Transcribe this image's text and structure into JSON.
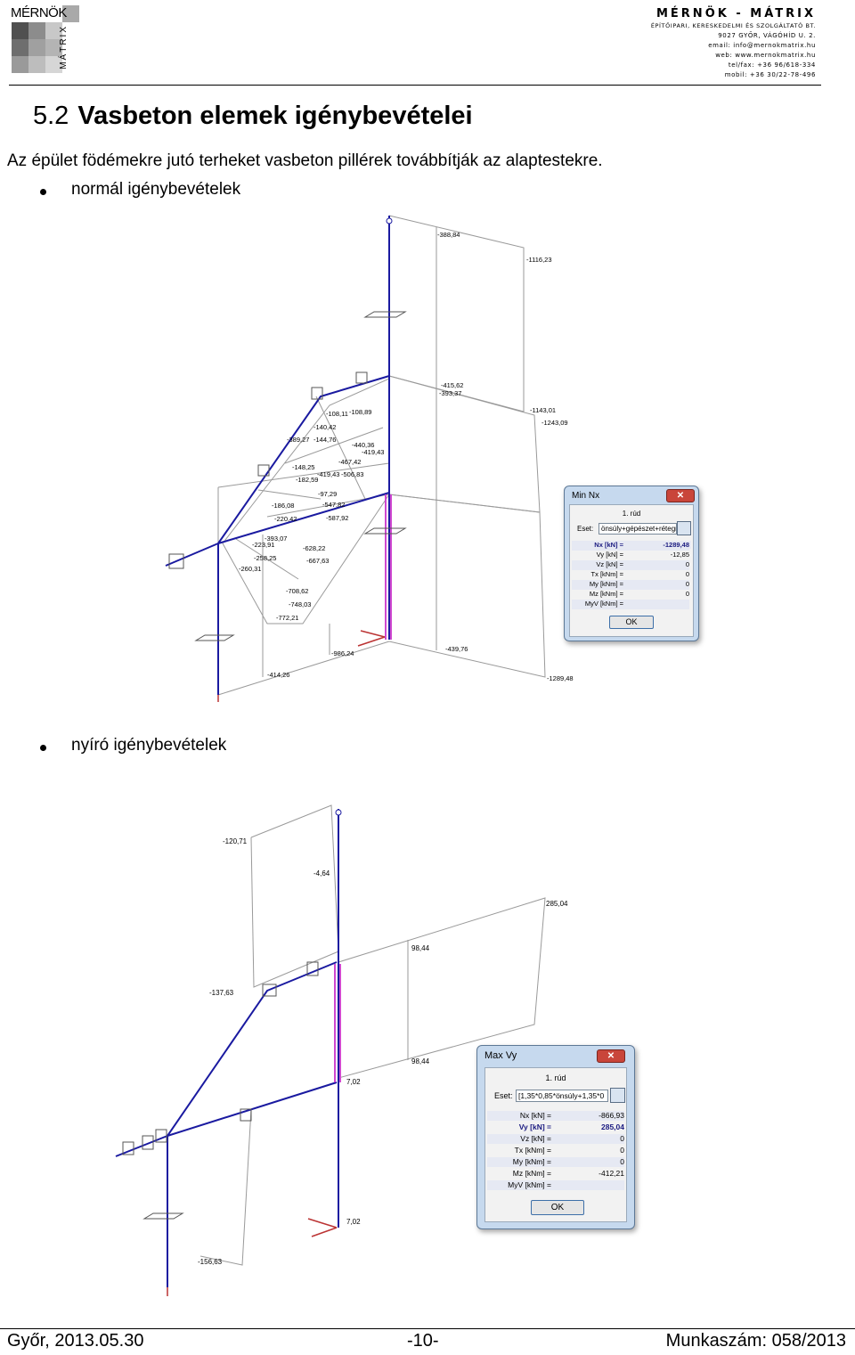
{
  "header": {
    "logo_text": "MÉRNÖK",
    "logo_vertical": "MÁTRIX",
    "company_name": "MÉRNÖK - MÁTRIX",
    "company_lines": [
      "ÉPÍTŐIPARI, KERESKEDELMI ÉS SZOLGÁLTATÓ BT.",
      "9027 GYŐR, VÁGÓHÍD U. 2.",
      "email: info@mernokmatrix.hu",
      "web: www.mernokmatrix.hu",
      "tel/fax: +36 96/618-334",
      "mobil: +36 30/22-78-496"
    ]
  },
  "section": {
    "number": "5.2",
    "title": "Vasbeton elemek igénybevételei"
  },
  "intro": "Az épület födémekre jutó terheket vasbeton pillérek továbbítják az alaptestekre.",
  "bullets": [
    "normál igénybevételek",
    "nyíró igénybevételek"
  ],
  "diagram1": {
    "labels": [
      "-388,84",
      "-1116,23",
      "-415,62",
      "-393,37",
      "-1143,01",
      "-1243,09",
      "-108,11",
      "-108,89",
      "-140,42",
      "-144,76",
      "-389,27",
      "-440,36",
      "-467,42",
      "-419,43",
      "-148,25",
      "-506,83",
      "-182,59",
      "-419,43",
      "-97,29",
      "-547,82",
      "-186,08",
      "-587,92",
      "-220,42",
      "-393,07",
      "-223,91",
      "-628,22",
      "-258,25",
      "-667,63",
      "-260,31",
      "-708,62",
      "-748,03",
      "-772,21",
      "-439,76",
      "-986,24",
      "-414,26",
      "-1289,48"
    ]
  },
  "dialog1": {
    "title": "Min Nx",
    "element": "1. rúd",
    "case_label": "Eset:",
    "case_value": "önsúly+gépészet+rétegre",
    "rows": [
      {
        "label": "Nx [kN] =",
        "value": "-1289,48"
      },
      {
        "label": "Vy [kN] =",
        "value": "-12,85"
      },
      {
        "label": "Vz [kN] =",
        "value": "0"
      },
      {
        "label": "Tx [kNm] =",
        "value": "0"
      },
      {
        "label": "My [kNm] =",
        "value": "0"
      },
      {
        "label": "Mz [kNm] =",
        "value": "0"
      },
      {
        "label": "MyV [kNm] =",
        "value": ""
      }
    ],
    "ok": "OK"
  },
  "diagram2": {
    "labels": [
      "-120,71",
      "-4,64",
      "285,04",
      "98,44",
      "-137,63",
      "98,44",
      "7,02",
      "7,02",
      "-156,63"
    ]
  },
  "dialog2": {
    "title": "Max Vy",
    "element": "1. rúd",
    "case_label": "Eset:",
    "case_value": "[1,35*0,85*önsúly+1,35*0",
    "rows": [
      {
        "label": "Nx [kN] =",
        "value": "-866,93"
      },
      {
        "label": "Vy [kN] =",
        "value": "285,04"
      },
      {
        "label": "Vz [kN] =",
        "value": "0"
      },
      {
        "label": "Tx [kNm] =",
        "value": "0"
      },
      {
        "label": "My [kNm] =",
        "value": "0"
      },
      {
        "label": "Mz [kNm] =",
        "value": "-412,21"
      },
      {
        "label": "MyV [kNm] =",
        "value": ""
      }
    ],
    "ok": "OK"
  },
  "footer": {
    "left": "Győr, 2013.05.30",
    "center": "-10-",
    "right": "Munkaszám: 058/2013"
  }
}
